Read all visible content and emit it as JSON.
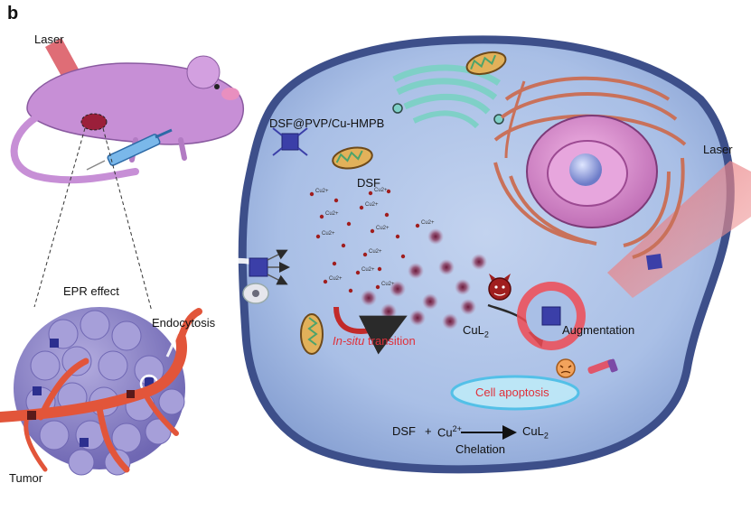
{
  "panel_letter": "b",
  "labels": {
    "laser_left": "Laser",
    "laser_right": "Laser",
    "nanoparticle": "DSF@PVP/Cu-HMPB",
    "dsf": "DSF",
    "epr": "EPR effect",
    "endocytosis": "Endocytosis",
    "tumor": "Tumor",
    "insitu_italic": "In-situ",
    "insitu_rest": " transition",
    "cul2_base": "CuL",
    "cul2_sub": "2",
    "augmentation": "Augmentation",
    "apoptosis": "Cell apoptosis",
    "eq_dsf": "DSF",
    "eq_plus": "+",
    "eq_cu": "Cu",
    "eq_cu_sup": "2+",
    "eq_product": "CuL",
    "eq_product_sub": "2",
    "chelation": "Chelation",
    "ion_label": "Cu2+"
  },
  "colors": {
    "mouse": "#c78fd6",
    "cell_fill": "#a9bfe6",
    "cell_edge": "#3d4f8a",
    "vessel": "#e2553a",
    "tumor": "#8e86c9",
    "laser": "#d9545e",
    "nanocube": "#3b3fa8",
    "accent_red": "#e0303a"
  }
}
